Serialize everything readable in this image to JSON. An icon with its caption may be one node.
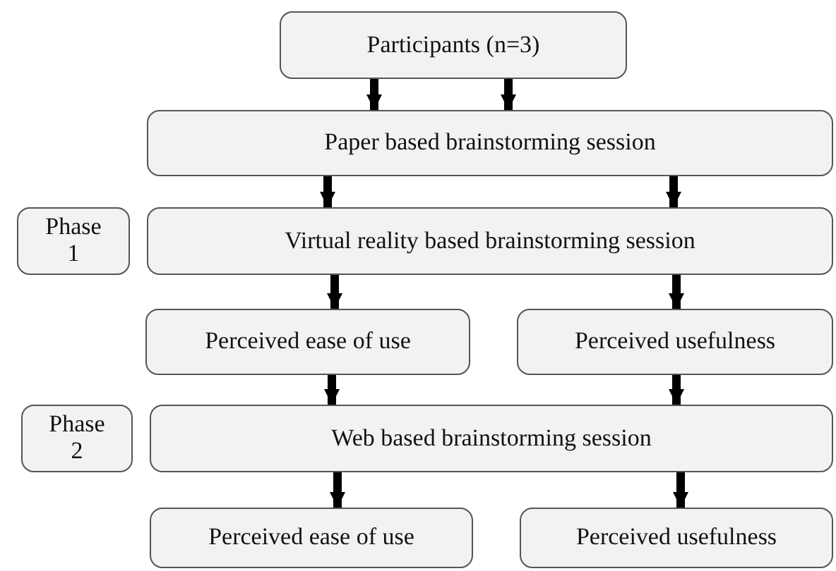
{
  "diagram": {
    "nodes": [
      {
        "text": [
          "Participants (n=3)"
        ]
      },
      {
        "text": [
          "Paper based brainstorming session"
        ]
      },
      {
        "text": [
          "Phase 1"
        ]
      },
      {
        "text": [
          "Virtual reality based brainstorming session"
        ]
      },
      {
        "text": [
          "Perceived ease of use"
        ]
      },
      {
        "text": [
          "Perceived usefulness"
        ]
      },
      {
        "text": [
          "Phase 2"
        ]
      },
      {
        "text": [
          "Web based brainstorming session"
        ]
      },
      {
        "text": [
          "Perceived ease of use"
        ]
      },
      {
        "text": [
          "Perceived usefulness"
        ]
      }
    ],
    "edges": [
      {
        "from": 0,
        "to": 1,
        "arrow": "to"
      },
      {
        "from": 0,
        "to": 1,
        "arrow": "to"
      },
      {
        "from": 1,
        "to": 3,
        "arrow": "to"
      },
      {
        "from": 1,
        "to": 3,
        "arrow": "to"
      },
      {
        "from": 3,
        "to": 4,
        "arrow": "to"
      },
      {
        "from": 3,
        "to": 5,
        "arrow": "to"
      },
      {
        "from": 4,
        "to": 7,
        "arrow": "to"
      },
      {
        "from": 5,
        "to": 7,
        "arrow": "to"
      },
      {
        "from": 7,
        "to": 8,
        "arrow": "to"
      },
      {
        "from": 7,
        "to": 9,
        "arrow": "to"
      }
    ]
  }
}
